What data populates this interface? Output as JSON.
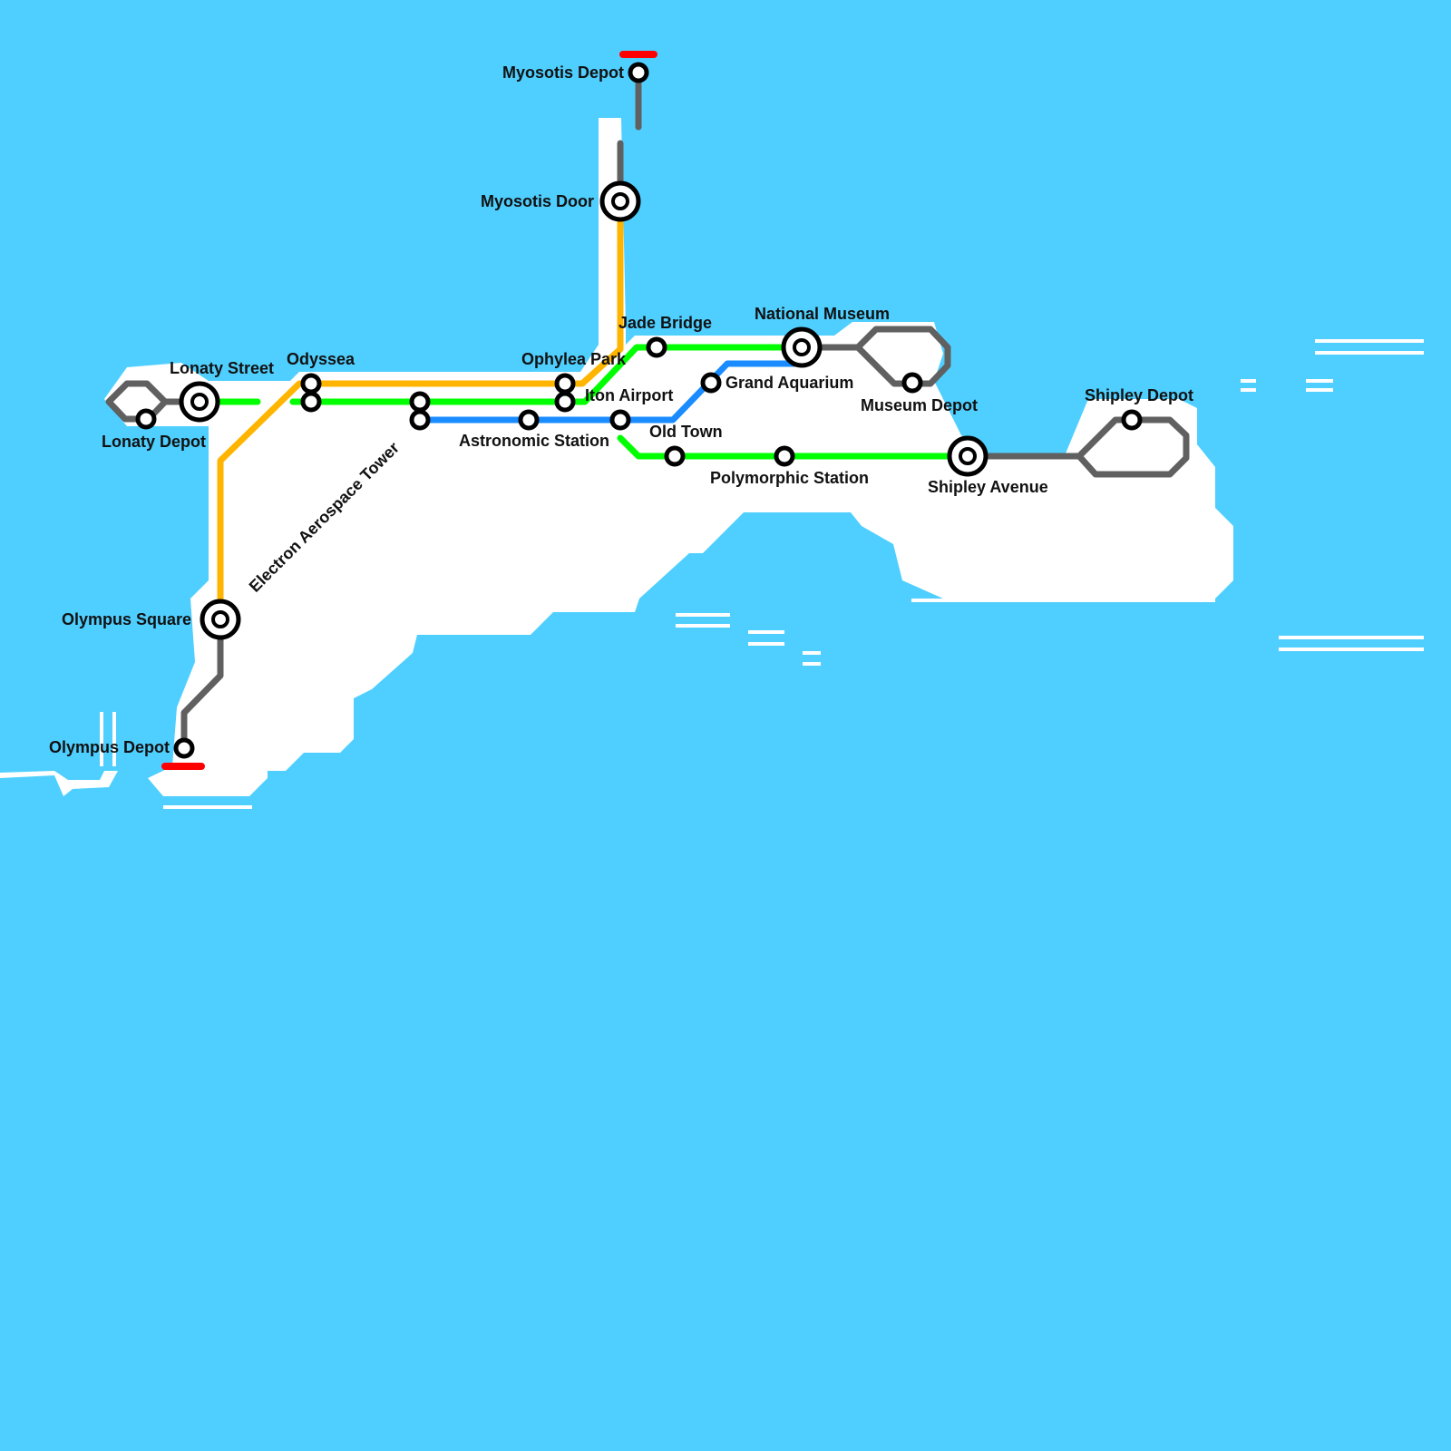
{
  "map": {
    "colors": {
      "water": "#4fcfff",
      "land": "#ffffff",
      "orange_line": "#ffb400",
      "green_line": "#00ff00",
      "blue_line": "#1a8cff",
      "depot_line": "#606060",
      "terminus_bar": "#ff0000"
    },
    "stations": {
      "myosotis_depot": "Myosotis Depot",
      "myosotis_door": "Myosotis Door",
      "jade_bridge": "Jade Bridge",
      "national_museum": "National Museum",
      "grand_aquarium": "Grand Aquarium",
      "museum_depot": "Museum Depot",
      "lonaty_street": "Lonaty Street",
      "odyssea": "Odyssea",
      "ophylea_park": "Ophylea Park",
      "iton_airport": "Iton Airport",
      "lonaty_depot": "Lonaty Depot",
      "electron_aerospace_tower": "Electron Aerospace Tower",
      "astronomic_station": "Astronomic Station",
      "old_town": "Old Town",
      "polymorphic_station": "Polymorphic Station",
      "shipley_avenue": "Shipley Avenue",
      "shipley_depot": "Shipley Depot",
      "olympus_square": "Olympus Square",
      "olympus_depot": "Olympus Depot"
    },
    "interchange_icon": "double-circle-interchange-icon",
    "terminus_icon": "red-terminus-bar-icon"
  }
}
